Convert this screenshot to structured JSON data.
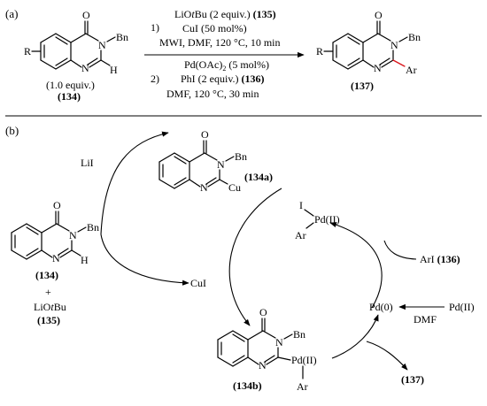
{
  "panel_a": {
    "label": "(a)",
    "reactant": {
      "sub_r": "R",
      "o": "O",
      "n3": "N",
      "bn": "Bn",
      "n1": "N",
      "h": "H",
      "equiv": "(1.0 equiv.)",
      "id": "(134)"
    },
    "step1": {
      "reagent_a": "LiO",
      "reagent_t": "t",
      "reagent_b": "Bu (2 equiv.) ",
      "reagent_id": "(135)",
      "num": "1)",
      "cat": "CuI (50 mol%)",
      "cond": "MWI, DMF, 120 °C, 10 min"
    },
    "step2": {
      "cat_a": "Pd(OAc)",
      "cat_sub": "2",
      "cat_b": " (5 mol%)",
      "num": "2)",
      "reagent": "PhI (2 equiv.) ",
      "reagent_id": "(136)",
      "cond": "DMF, 120 °C, 30 min"
    },
    "product": {
      "sub_r": "R",
      "o": "O",
      "n3": "N",
      "bn": "Bn",
      "n1": "N",
      "ar": "Ar",
      "id": "(137)"
    }
  },
  "panel_b": {
    "label": "(b)",
    "lii": "LiI",
    "int_134a": {
      "o": "O",
      "n3": "N",
      "bn": "Bn",
      "n1": "N",
      "cu": "Cu",
      "id": "(134a)"
    },
    "start": {
      "o": "O",
      "n3": "N",
      "bn": "Bn",
      "n1": "N",
      "h": "H",
      "id": "(134)",
      "plus": "+",
      "base_a": "LiO",
      "base_t": "t",
      "base_b": "Bu",
      "base_id": "(135)"
    },
    "cui": "CuI",
    "pd_complex": {
      "i": "I",
      "pd": "Pd(II)",
      "ar": "Ar"
    },
    "ari": {
      "text": "ArI ",
      "id": "(136)"
    },
    "pd0": "Pd(0)",
    "pd2_source": "Pd(II)",
    "dmf": "DMF",
    "int_134b": {
      "o": "O",
      "n3": "N",
      "bn": "Bn",
      "n1": "N",
      "pd": "Pd(II)",
      "ar": "Ar",
      "id": "(134b)"
    },
    "product_id": "(137)"
  }
}
